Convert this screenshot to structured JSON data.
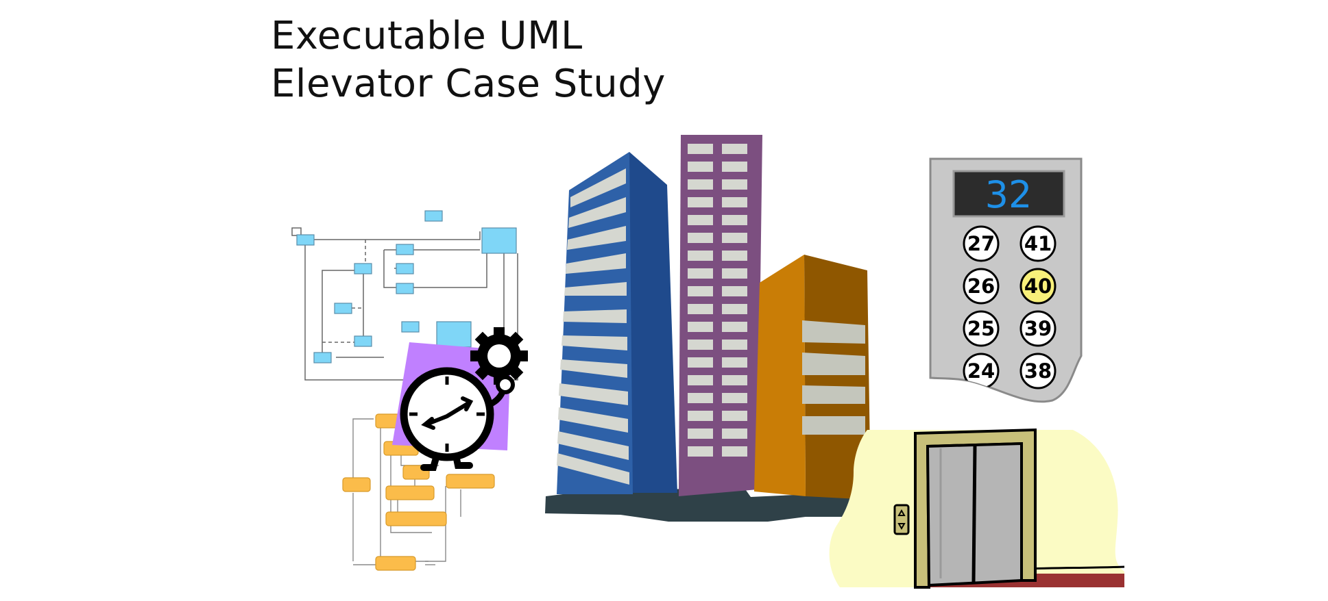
{
  "title": {
    "line1": "Executable UML",
    "line2": "Elevator Case Study"
  },
  "elevator_panel": {
    "display_value": "32",
    "buttons": [
      "27",
      "41",
      "26",
      "40",
      "25",
      "39",
      "24",
      "38"
    ],
    "lit_button": "40"
  },
  "colors": {
    "uml_box": "#7fd6f7",
    "state_box": "#fbbc4a",
    "mascot_bg": "#c080ff",
    "tower_blue": "#2e61a8",
    "tower_purple": "#7c4f80",
    "tower_orange": "#c97d06",
    "panel_digits": "#1e90e8",
    "lit_button": "#f8f07a",
    "hallway_wall": "#fbfbc4",
    "carpet": "#9a3232"
  },
  "icons": [
    "class-diagram-icon",
    "state-machine-icon",
    "clock-gear-mascot-icon",
    "office-towers-icon",
    "elevator-call-panel-icon",
    "elevator-doors-icon"
  ]
}
